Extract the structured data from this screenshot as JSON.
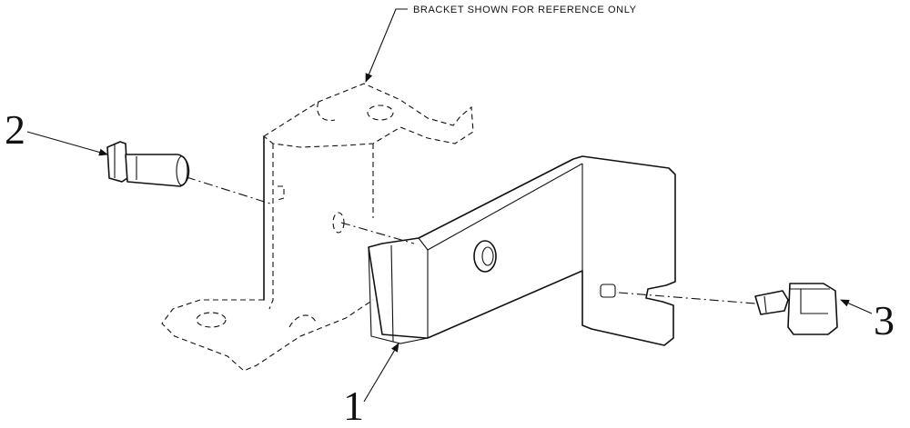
{
  "diagram": {
    "note": "BRACKET SHOWN FOR REFERENCE ONLY",
    "callouts": {
      "part1": "1",
      "part2": "2",
      "part3": "3"
    },
    "parts": [
      "bracket-reference",
      "mounting-plate",
      "flange-bolt",
      "clip-nut"
    ]
  }
}
